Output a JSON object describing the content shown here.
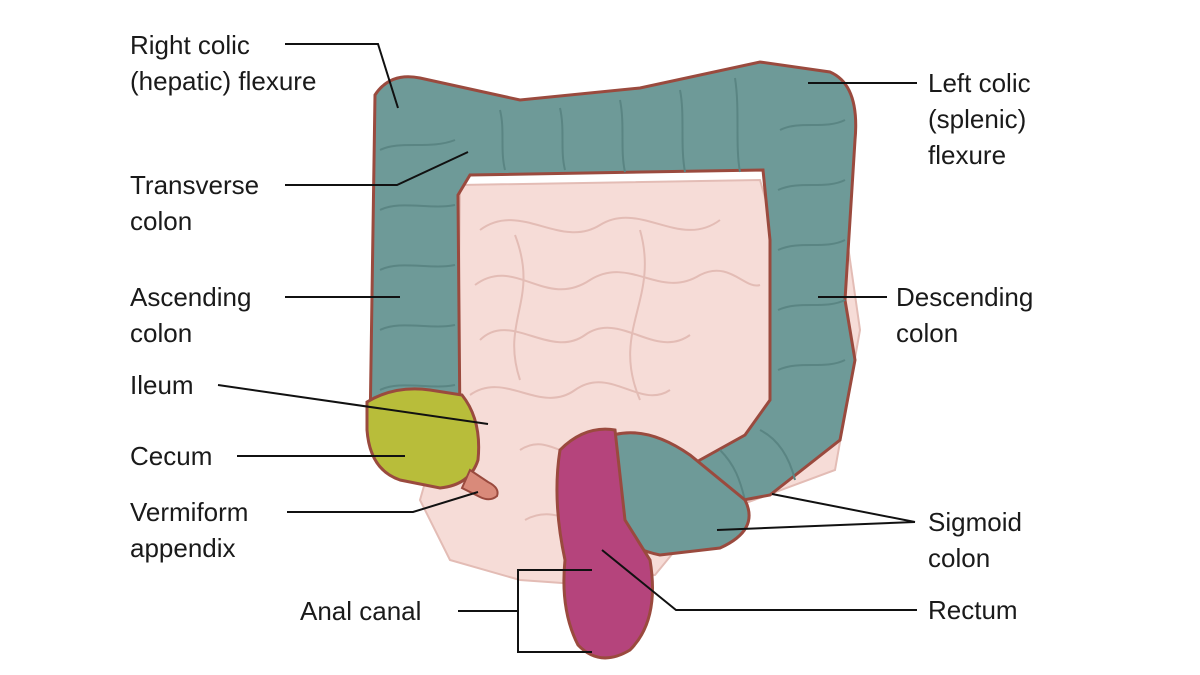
{
  "colors": {
    "colon": "#6e9a98",
    "colon_outline": "#9a4a3e",
    "cecum": "#b8bd3a",
    "rectum": "#b5447c",
    "small_intestine": "#f6dcd7",
    "small_intestine_line": "#e3bcb5",
    "appendix": "#d98a7a",
    "leader_line": "#111111"
  },
  "labels": {
    "right_colic": [
      "Right colic",
      "(hepatic) flexure"
    ],
    "transverse": [
      "Transverse",
      "colon"
    ],
    "ascending": [
      "Ascending",
      "colon"
    ],
    "ileum": [
      "Ileum"
    ],
    "cecum": [
      "Cecum"
    ],
    "appendix": [
      "Vermiform",
      "appendix"
    ],
    "anal_canal": [
      "Anal canal"
    ],
    "left_colic": [
      "Left colic",
      "(splenic)",
      "flexure"
    ],
    "descending": [
      "Descending",
      "colon"
    ],
    "sigmoid": [
      "Sigmoid",
      "colon"
    ],
    "rectum": [
      "Rectum"
    ]
  }
}
